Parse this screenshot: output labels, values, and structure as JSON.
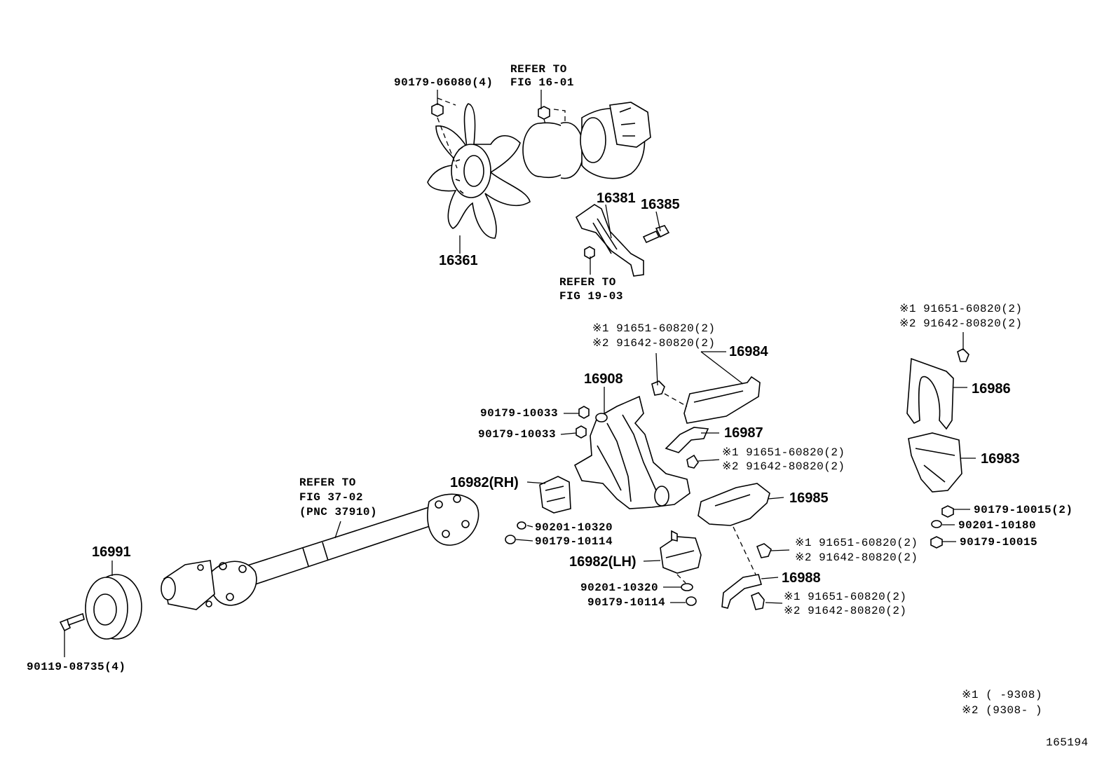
{
  "callouts": {
    "fan_bolt": "90179-06080(4)",
    "refer_16_01_a": "REFER TO",
    "refer_16_01_b": "FIG 16-01",
    "fan": "16361",
    "bracket_16381": "16381",
    "bolt_16385": "16385",
    "refer_19_03_a": "REFER TO",
    "refer_19_03_b": "FIG 19-03",
    "c1_a": "※1 91651-60820(2)",
    "c1_b": "※2 91642-80820(2)",
    "plate_16984": "16984",
    "mount_16908": "16908",
    "nut_a": "90179-10033",
    "nut_b": "90179-10033",
    "bracket_16987": "16987",
    "c2_a": "※1 91651-60820(2)",
    "c2_b": "※2 91642-80820(2)",
    "refer_37_02_a": "REFER TO",
    "refer_37_02_b": "FIG 37-02",
    "refer_37_02_c": "(PNC 37910)",
    "insulator_rh": "16982(RH)",
    "washer_rh": "90201-10320",
    "nut_rh": "90179-10114",
    "plate_16985": "16985",
    "pulley": "16991",
    "c3_a": "※1 91651-60820(2)",
    "c3_b": "※2 91642-80820(2)",
    "insulator_lh": "16982(LH)",
    "bracket_16988": "16988",
    "washer_lh": "90201-10320",
    "nut_lh": "90179-10114",
    "c4_a": "※1 91651-60820(2)",
    "c4_b": "※2 91642-80820(2)",
    "pulley_bolt": "90119-08735(4)",
    "c5_a": "※1 91651-60820(2)",
    "c5_b": "※2 91642-80820(2)",
    "bracket_16986": "16986",
    "bracket_16983": "16983",
    "nut_10015_2": "90179-10015(2)",
    "washer_10180": "90201-10180",
    "nut_10015": "90179-10015"
  },
  "notes": {
    "n1": "※1 (     -9308)",
    "n2": "※2 (9308-      )"
  },
  "figure_id": "165194"
}
